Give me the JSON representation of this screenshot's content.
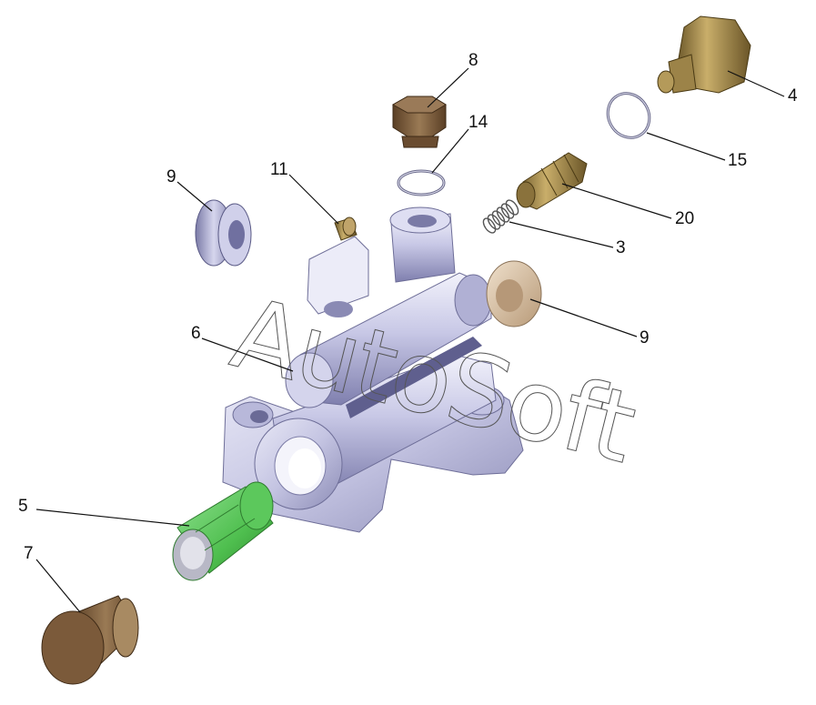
{
  "watermark": "AutoSoft",
  "callouts": [
    {
      "id": "p8",
      "label": "8"
    },
    {
      "id": "p14",
      "label": "14"
    },
    {
      "id": "p4",
      "label": "4"
    },
    {
      "id": "p15",
      "label": "15"
    },
    {
      "id": "p9a",
      "label": "9"
    },
    {
      "id": "p11",
      "label": "11"
    },
    {
      "id": "p20",
      "label": "20"
    },
    {
      "id": "p3",
      "label": "3"
    },
    {
      "id": "p9b",
      "label": "9"
    },
    {
      "id": "p6",
      "label": "6"
    },
    {
      "id": "p5",
      "label": "5"
    },
    {
      "id": "p7",
      "label": "7"
    }
  ],
  "colors": {
    "housing": "#c9c9e6",
    "housing_shadow": "#8a8ab4",
    "brass": "#a38a4e",
    "bronze": "#7d5d3c",
    "green": "#6fd06f",
    "beige": "#d8c2a4"
  }
}
